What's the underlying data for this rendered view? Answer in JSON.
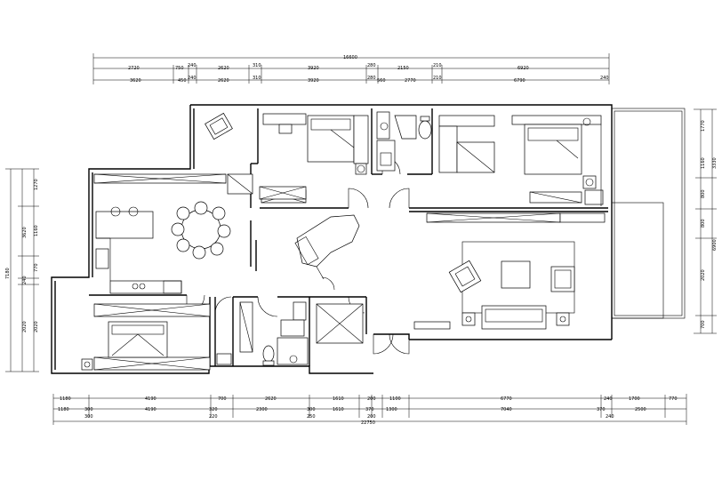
{
  "dimensions": {
    "top": {
      "total": "16600",
      "row1": [
        "2720",
        "750",
        "240",
        "2620",
        "310",
        "3920",
        "280",
        "2150",
        "210",
        "6920"
      ],
      "row2": [
        "3620",
        "450",
        "240",
        "2620",
        "310",
        "3920",
        "280",
        "560",
        "2770",
        "210",
        "6790",
        "240"
      ]
    },
    "bottom": {
      "row1": [
        "1180",
        "4190",
        "700",
        "2620",
        "1610",
        "200",
        "1100",
        "6770",
        "240",
        "1700",
        "770"
      ],
      "row2": [
        "1180",
        "300",
        "4190",
        "320",
        "2300",
        "300",
        "1610",
        "370",
        "1300",
        "7040",
        "370",
        "2500"
      ],
      "row3": [
        "300",
        "220",
        "250",
        "200",
        "240"
      ],
      "total": "22750"
    },
    "left": [
      "1270",
      "3620",
      "1160",
      "770",
      "7180",
      "240",
      "2020",
      "2020"
    ],
    "right": [
      "1770",
      "1160",
      "3330",
      "800",
      "800",
      "2020",
      "700",
      "6900"
    ]
  }
}
